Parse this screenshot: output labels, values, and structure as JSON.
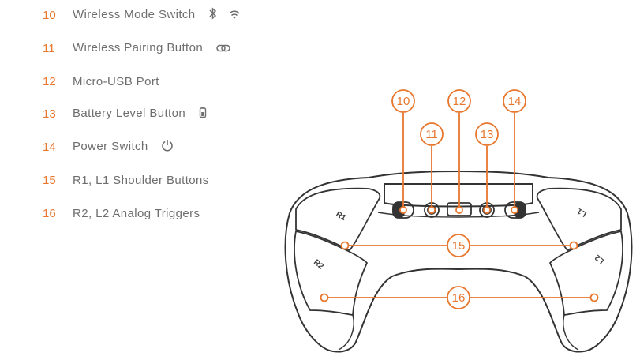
{
  "legend": {
    "items": [
      {
        "number": "10",
        "label": "Wireless Mode Switch",
        "icons": [
          "bluetooth-icon",
          "wifi-signal-icon"
        ]
      },
      {
        "number": "11",
        "label": "Wireless Pairing Button",
        "icons": [
          "link-icon"
        ]
      },
      {
        "number": "12",
        "label": "Micro-USB Port",
        "icons": []
      },
      {
        "number": "13",
        "label": "Battery Level Button",
        "icons": [
          "battery-icon"
        ]
      },
      {
        "number": "14",
        "label": "Power Switch",
        "icons": [
          "power-icon"
        ]
      },
      {
        "number": "15",
        "label": "R1, L1 Shoulder Buttons",
        "icons": []
      },
      {
        "number": "16",
        "label": "R2, L2 Analog Triggers",
        "icons": []
      }
    ]
  },
  "diagram": {
    "callouts": {
      "c10": "10",
      "c11": "11",
      "c12": "12",
      "c13": "13",
      "c14": "14",
      "c15": "15",
      "c16": "16"
    },
    "buttons": {
      "r1": "R1",
      "r2": "R2",
      "l1": "L1",
      "l2": "L2"
    }
  },
  "colors": {
    "accent": "#e8772e",
    "text": "#6e6e6e",
    "outline": "#333333"
  }
}
